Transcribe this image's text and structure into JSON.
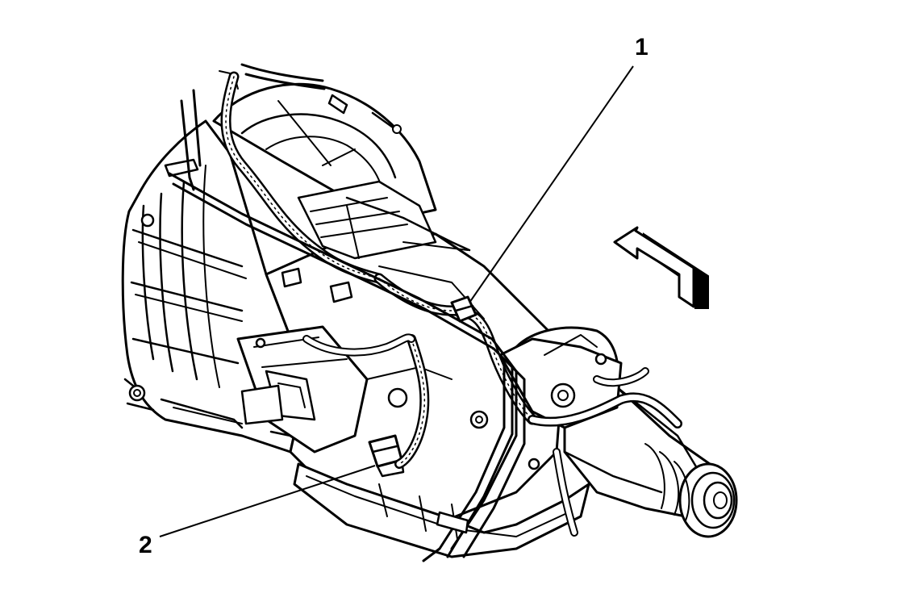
{
  "diagram": {
    "subject": "automatic-transmission-assembly",
    "callouts": [
      {
        "id": 1,
        "label": "1"
      },
      {
        "id": 2,
        "label": "2"
      }
    ],
    "arrow_icon": "direction-arrow-icon",
    "colors": {
      "ink": "#000000",
      "background": "#ffffff"
    }
  }
}
